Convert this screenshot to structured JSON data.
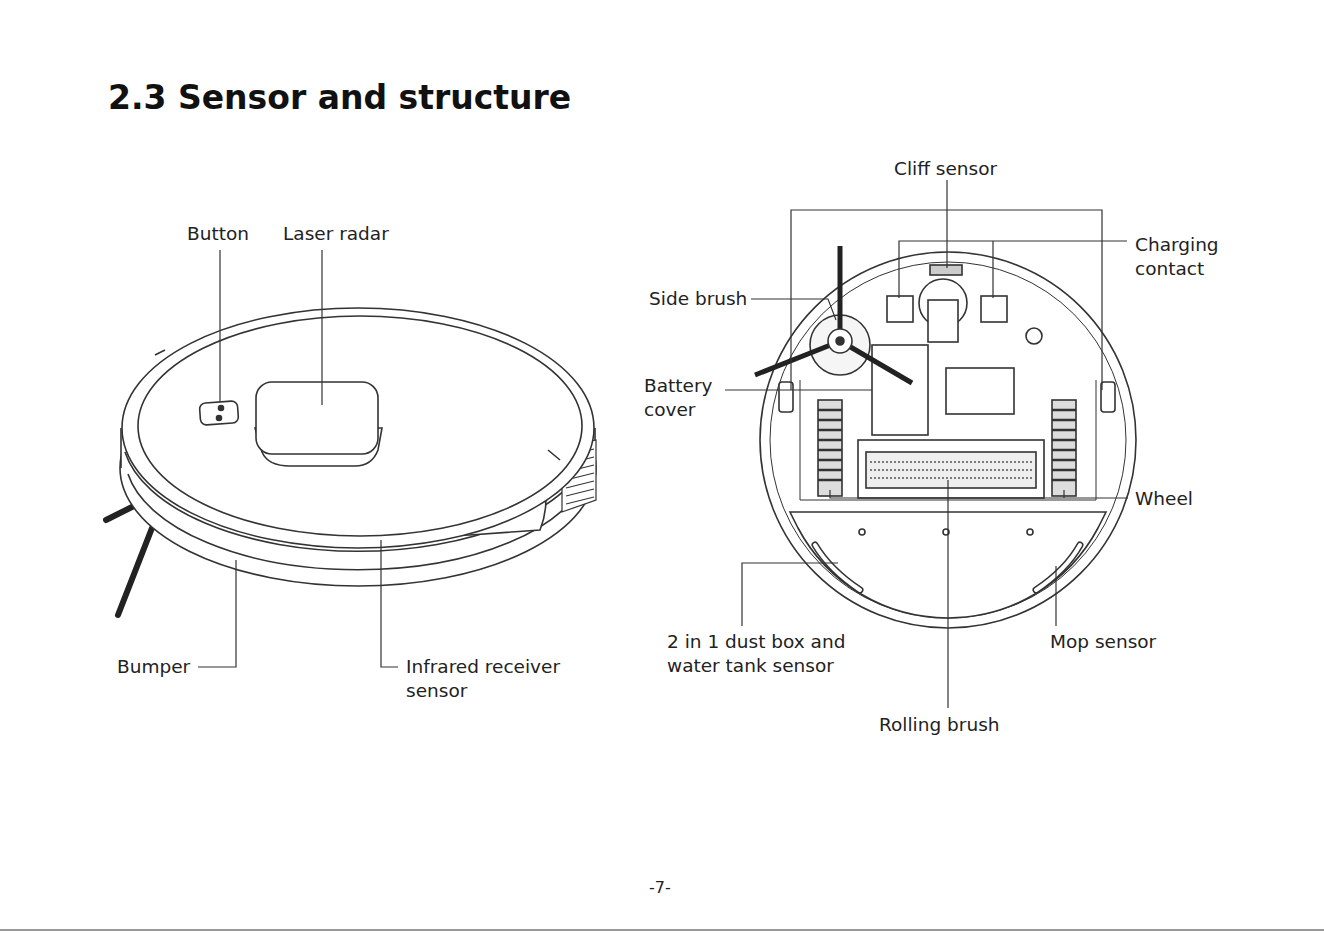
{
  "diagram": {
    "title": "2.3 Sensor and structure",
    "labels": [
      "Button",
      "Laser radar",
      "Bumper",
      "Infrared receiver sensor",
      "Cliff sensor",
      "Charging contact",
      "Side brush",
      "Battery cover",
      "Wheel",
      "2 in 1 dust box and water tank sensor",
      "Mop sensor",
      "Rolling brush",
      "-7-"
    ]
  }
}
